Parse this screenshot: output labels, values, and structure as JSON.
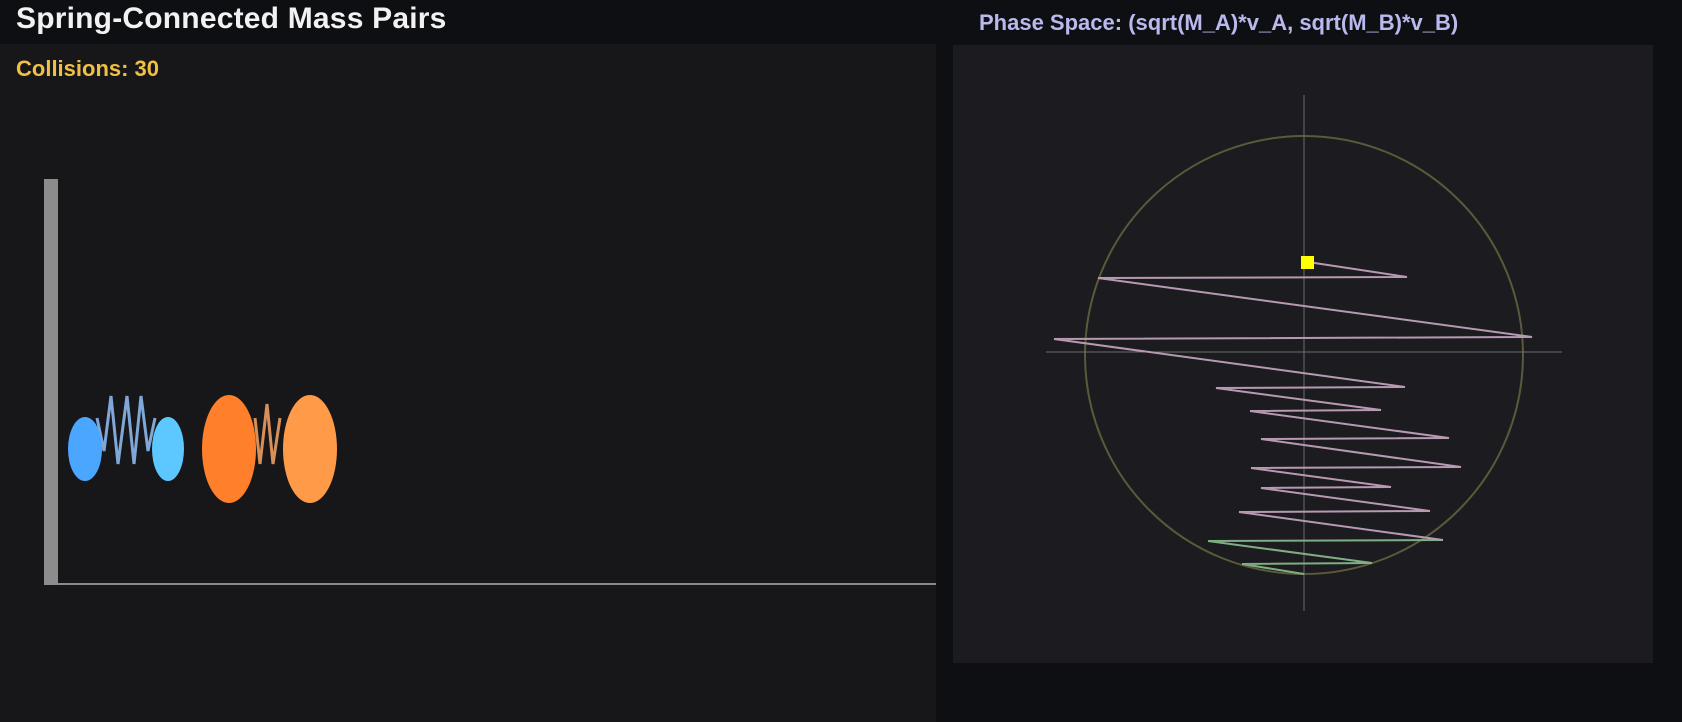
{
  "app": {
    "title": "Spring-Connected Mass Pairs"
  },
  "simulation": {
    "collisions_label": "Collisions: 30",
    "colors": {
      "wall": "#8c8c8c",
      "floor": "#8a8a8a",
      "pair_a_left": "#4aa6ff",
      "pair_a_right": "#5cc8ff",
      "pair_a_spring": "#7fa8d8",
      "pair_b_left": "#ff7f2a",
      "pair_b_right": "#ff9a48",
      "pair_b_spring": "#d8905a"
    }
  },
  "phase_space": {
    "title": "Phase Space: (sqrt(M_A)*v_A, sqrt(M_B)*v_B)",
    "colors": {
      "circle": "#5a5a3a",
      "axes": "#6c6c6c",
      "trajectory_recent": "#b79ab2",
      "trajectory_old": "#7fae82",
      "marker": "#ffff00"
    }
  }
}
